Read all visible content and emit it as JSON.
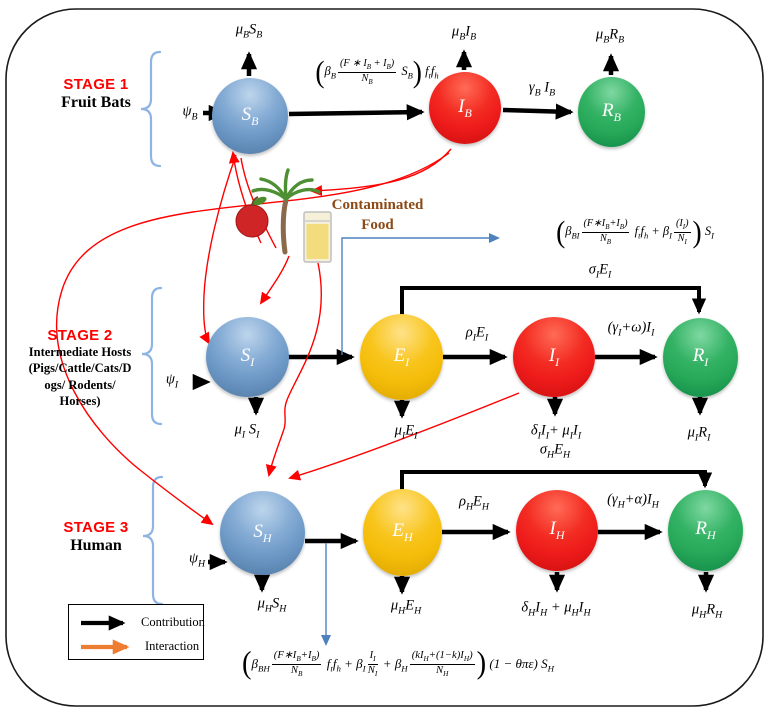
{
  "figure": {
    "stages": [
      {
        "title": "STAGE 1",
        "subtitle_lines": [
          "Fruit Bats"
        ]
      },
      {
        "title": "STAGE 2",
        "subtitle_lines": [
          "Intermediate Hosts",
          "(Pigs/Cattle/Cats/D",
          "ogs/ Rodents/",
          "Horses)"
        ]
      },
      {
        "title": "STAGE 3",
        "subtitle_lines": [
          "Human"
        ]
      }
    ],
    "food_label_lines": [
      "Contaminated",
      "Food"
    ],
    "legend": {
      "contribution": "Contribution",
      "interaction": "Interaction"
    }
  },
  "colors": {
    "susceptible_blue": "#6b97c5",
    "exposed_gold": "#f5bd0a",
    "infected_red": "#ee1b1b",
    "recovered_green": "#27a959",
    "stage_red": "#ff0000",
    "interaction_red": "#ff0000",
    "flow_black": "#000000",
    "info_blue": "#4f81bd",
    "bracket_blue": "#8eb4e3",
    "food_text_brown": "#8c4a17",
    "legend_orange": "#ed7d31"
  },
  "nodes": {
    "SB": [
      {
        "v": "S",
        "s": "B"
      }
    ],
    "IB": [
      {
        "v": "I",
        "s": "B"
      }
    ],
    "RB": [
      {
        "v": "R",
        "s": "B"
      }
    ],
    "SI": [
      {
        "v": "S",
        "s": "I"
      }
    ],
    "EI": [
      {
        "v": "E",
        "s": "I"
      }
    ],
    "II": [
      {
        "v": "I",
        "s": "I"
      }
    ],
    "RI": [
      {
        "v": "R",
        "s": "I"
      }
    ],
    "SH": [
      {
        "v": "S",
        "s": "H"
      }
    ],
    "EH": [
      {
        "v": "E",
        "s": "H"
      }
    ],
    "IH": [
      {
        "v": "I",
        "s": "H"
      }
    ],
    "RH": [
      {
        "v": "R",
        "s": "H"
      }
    ]
  },
  "labels": {
    "psi_B": [
      {
        "v": "ψ",
        "s": "B"
      }
    ],
    "mu_B_S_B": [
      {
        "v": "μ",
        "s": "B"
      },
      {
        "v": "S",
        "s": "B"
      }
    ],
    "mu_B_I_B": [
      {
        "v": "μ",
        "s": "B"
      },
      {
        "v": "I",
        "s": "B"
      }
    ],
    "mu_B_R_B": [
      {
        "v": "μ",
        "s": "B"
      },
      {
        "v": "R",
        "s": "B"
      }
    ],
    "gamma_B_I_B": [
      {
        "v": "γ",
        "s": "B"
      },
      {
        "v": " I",
        "s": "B"
      }
    ],
    "psi_I": [
      {
        "v": "ψ",
        "s": "I"
      }
    ],
    "mu_I_S_I": [
      {
        "v": "μ",
        "s": "I"
      },
      {
        "v": " S",
        "s": "I"
      }
    ],
    "mu_I_E_I": [
      {
        "v": "μ",
        "s": "I"
      },
      {
        "v": "E",
        "s": "I"
      }
    ],
    "delta_I": [
      {
        "v": "δ",
        "s": "I"
      },
      {
        "v": "I",
        "s": "I"
      },
      {
        "v": "+ μ",
        "s": "I"
      },
      {
        "v": "I",
        "s": "I"
      }
    ],
    "mu_I_R_I": [
      {
        "v": "μ",
        "s": "I"
      },
      {
        "v": "R",
        "s": "I"
      }
    ],
    "sigma_I_E_I": [
      {
        "v": "σ",
        "s": "I"
      },
      {
        "v": "E",
        "s": "I"
      }
    ],
    "rho_I_E_I": [
      {
        "v": "ρ",
        "s": "I"
      },
      {
        "v": "E",
        "s": "I"
      }
    ],
    "gamma_omega_I_I": [
      {
        "v": "(γ",
        "s": "I"
      },
      {
        "v": "+ω)I",
        "s": "I"
      }
    ],
    "psi_H": [
      {
        "v": "ψ",
        "s": "H"
      }
    ],
    "mu_H_S_H": [
      {
        "v": "μ",
        "s": "H"
      },
      {
        "v": "S",
        "s": "H"
      }
    ],
    "mu_H_E_H": [
      {
        "v": "μ",
        "s": "H"
      },
      {
        "v": "E",
        "s": "H"
      }
    ],
    "delta_H": [
      {
        "v": "δ",
        "s": "H"
      },
      {
        "v": "I",
        "s": "H"
      },
      {
        "v": " + μ",
        "s": "H"
      },
      {
        "v": "I",
        "s": "H"
      }
    ],
    "mu_H_R_H": [
      {
        "v": "μ",
        "s": "H"
      },
      {
        "v": "R",
        "s": "H"
      }
    ],
    "sigma_H_E_H": [
      {
        "v": "σ",
        "s": "H"
      },
      {
        "v": "E",
        "s": "H"
      }
    ],
    "rho_H_E_H": [
      {
        "v": "ρ",
        "s": "H"
      },
      {
        "v": "E",
        "s": "H"
      }
    ],
    "gamma_alpha_I_H": [
      {
        "v": "(γ",
        "s": "H"
      },
      {
        "v": "+α)I",
        "s": "H"
      }
    ]
  },
  "formulas": {
    "bat_infection": [
      {
        "p": "("
      },
      {
        "v": "β",
        "s": "B"
      },
      {
        "f": {
          "n": [
            {
              "v": "(F ∗ I",
              "s": "B"
            },
            {
              "v": " + I",
              "s": "B"
            },
            {
              "v": ")"
            }
          ],
          "d": [
            {
              "v": "N",
              "s": "B"
            }
          ]
        }
      },
      {
        "v": " S",
        "s": "B"
      },
      {
        "p": ")"
      },
      {
        "v": " f",
        "s": "t"
      },
      {
        "v": "f",
        "s": "h"
      }
    ],
    "intermediate_infection": [
      {
        "p": "("
      },
      {
        "v": "β",
        "s": "BI"
      },
      {
        "f": {
          "n": [
            {
              "v": "(F∗I",
              "s": "B"
            },
            {
              "v": "+I",
              "s": "B"
            },
            {
              "v": ")"
            }
          ],
          "d": [
            {
              "v": "N",
              "s": "B"
            }
          ]
        }
      },
      {
        "v": " f",
        "s": "t"
      },
      {
        "v": "f",
        "s": "h"
      },
      {
        "v": " + β",
        "s": "I"
      },
      {
        "f": {
          "n": [
            {
              "v": "(I",
              "s": "I"
            },
            {
              "v": ")"
            }
          ],
          "d": [
            {
              "v": "N",
              "s": "I"
            }
          ]
        }
      },
      {
        "p": ")"
      },
      {
        "v": " S",
        "s": "I"
      }
    ],
    "human_infection": [
      {
        "p": "("
      },
      {
        "v": "β",
        "s": "BH"
      },
      {
        "f": {
          "n": [
            {
              "v": "(F∗I",
              "s": "B"
            },
            {
              "v": "+I",
              "s": "B"
            },
            {
              "v": ")"
            }
          ],
          "d": [
            {
              "v": "N",
              "s": "B"
            }
          ]
        }
      },
      {
        "v": " f",
        "s": "t"
      },
      {
        "v": "f",
        "s": "h"
      },
      {
        "v": " + β",
        "s": "I"
      },
      {
        "f": {
          "n": [
            {
              "v": "I",
              "s": "I"
            }
          ],
          "d": [
            {
              "v": "N",
              "s": "I"
            }
          ]
        }
      },
      {
        "v": " + β",
        "s": "H"
      },
      {
        "f": {
          "n": [
            {
              "v": "(kI",
              "s": "H"
            },
            {
              "v": "+(1−k)I",
              "s": "H"
            },
            {
              "v": ")"
            }
          ],
          "d": [
            {
              "v": "N",
              "s": "H"
            }
          ]
        }
      },
      {
        "p": ")"
      },
      {
        "v": " (1 − θπε) S",
        "s": "H"
      }
    ]
  }
}
